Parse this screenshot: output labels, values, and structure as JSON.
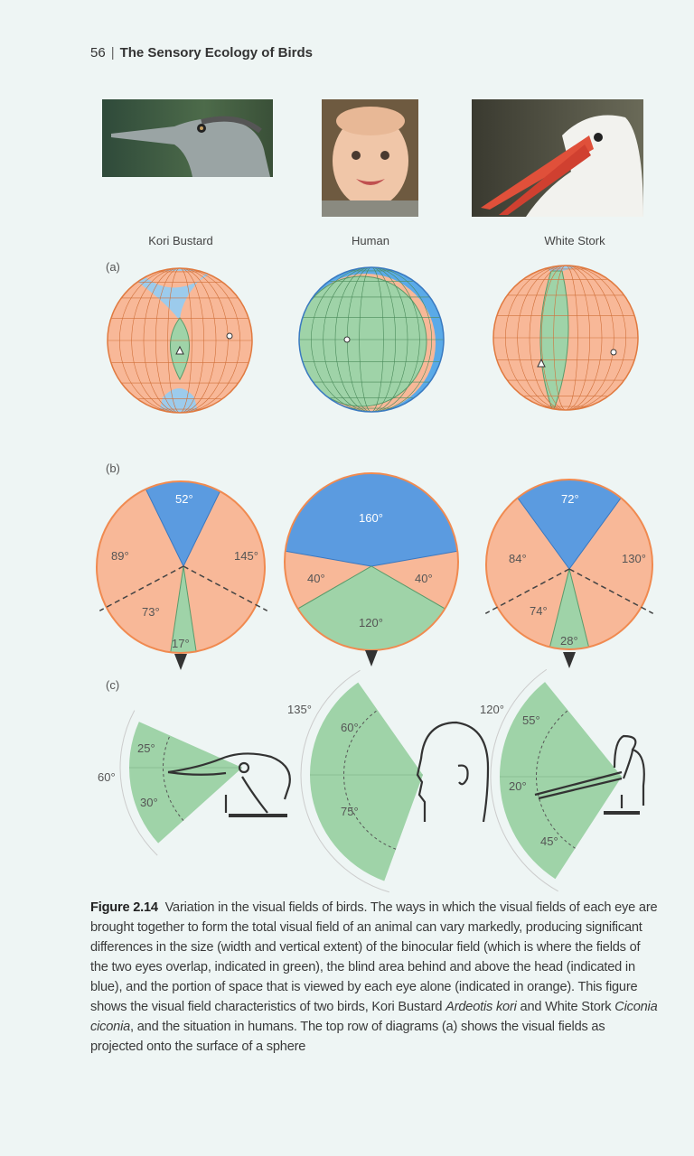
{
  "header": {
    "page_number": "56",
    "separator": "|",
    "book_title": "The Sensory Ecology of Birds"
  },
  "figure": {
    "photos": [
      {
        "label": "Kori Bustard"
      },
      {
        "label": "Human"
      },
      {
        "label": "White Stork"
      }
    ],
    "panel_labels": {
      "a": "(a)",
      "b": "(b)",
      "c": "(c)"
    },
    "colors": {
      "binocular": "#9fd3a8",
      "blind": "#5b9be0",
      "monocular": "#f8b898",
      "outline": "#f08a50"
    },
    "b_angles": {
      "kori": {
        "blind": "52°",
        "left": "89°",
        "right": "145°",
        "lower": "73°",
        "binocular": "17°"
      },
      "human": {
        "blind": "160°",
        "left": "40°",
        "right": "40°",
        "binocular": "120°"
      },
      "stork": {
        "blind": "72°",
        "left": "84°",
        "right": "130°",
        "lower": "74°",
        "binocular": "28°"
      }
    },
    "c_angles": {
      "kori": {
        "total": "60°",
        "upper": "25°",
        "lower": "30°"
      },
      "human": {
        "total": "135°",
        "upper": "60°",
        "lower": "75°"
      },
      "stork": {
        "total": "120°",
        "upper": "55°",
        "mid": "20°",
        "lower": "45°"
      }
    }
  },
  "caption": {
    "label": "Figure 2.14",
    "text_1": "Variation in the visual fields of birds. The ways in which the visual fields of each eye are brought together to form the total visual field of an animal can vary markedly, producing significant differences in the size (width and vertical extent) of the binocular field (which is where the fields of the two eyes overlap, indicated in green), the blind area behind and above the head (indicated in blue), and the portion of space that is viewed by each eye alone (indicated in orange). This figure shows the visual field characteristics of two birds, Kori Bustard ",
    "species_1": "Ardeotis kori",
    "text_2": " and White Stork ",
    "species_2": "Ciconia ciconia",
    "text_3": ", and the situation in humans. The top row of diagrams (a) shows the visual fields as projected onto the surface of a sphere"
  }
}
